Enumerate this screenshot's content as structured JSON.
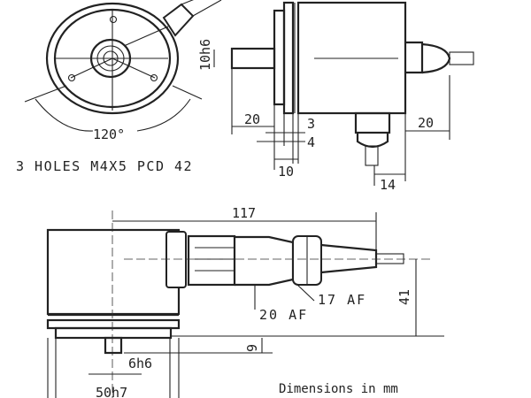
{
  "front_view": {
    "angle_label": "120°",
    "holes_note": "3 HOLES M4X5 PCD 42"
  },
  "side_view": {
    "shaft_dia": "10h6",
    "shaft_len": "20",
    "flange_3": "3",
    "flange_4": "4",
    "flange_10": "10",
    "connector_offset": "14",
    "gland_len": "20"
  },
  "bottom_view": {
    "overall_len": "117",
    "height": "41",
    "shaft_len": "9",
    "shaft_dia": "6h6",
    "spigot_dia": "50h7",
    "nut_af": "17 AF",
    "body_af": "20 AF"
  },
  "footer": {
    "units_note": "Dimensions in mm"
  }
}
